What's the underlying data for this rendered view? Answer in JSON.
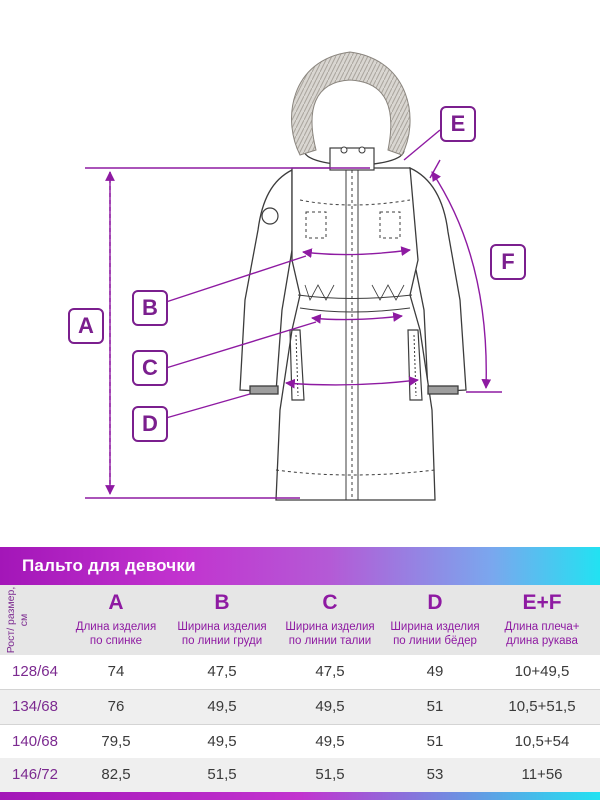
{
  "labels": {
    "a": "A",
    "b": "B",
    "c": "C",
    "d": "D",
    "e": "E",
    "f": "F"
  },
  "table": {
    "title": "Пальто для девочки",
    "size_header": "Рост/ размер, см",
    "columns": [
      {
        "letter": "A",
        "desc": "Длина изделия по спинке"
      },
      {
        "letter": "B",
        "desc": "Ширина изделия по линии груди"
      },
      {
        "letter": "C",
        "desc": "Ширина изделия по линии талии"
      },
      {
        "letter": "D",
        "desc": "Ширина изделия по линии бёдер"
      },
      {
        "letter": "E+F",
        "desc": "Длина плеча+ длина рукава"
      }
    ],
    "rows": [
      {
        "size": "128/64",
        "values": [
          "74",
          "47,5",
          "47,5",
          "49",
          "10+49,5"
        ]
      },
      {
        "size": "134/68",
        "values": [
          "76",
          "49,5",
          "49,5",
          "51",
          "10,5+51,5"
        ]
      },
      {
        "size": "140/68",
        "values": [
          "79,5",
          "49,5",
          "49,5",
          "51",
          "10,5+54"
        ]
      },
      {
        "size": "146/72",
        "values": [
          "82,5",
          "51,5",
          "51,5",
          "53",
          "11+56"
        ]
      }
    ]
  },
  "colors": {
    "accent": "#8e1aa2",
    "outline": "#3c3c3c",
    "fur": "#c8c4be"
  }
}
